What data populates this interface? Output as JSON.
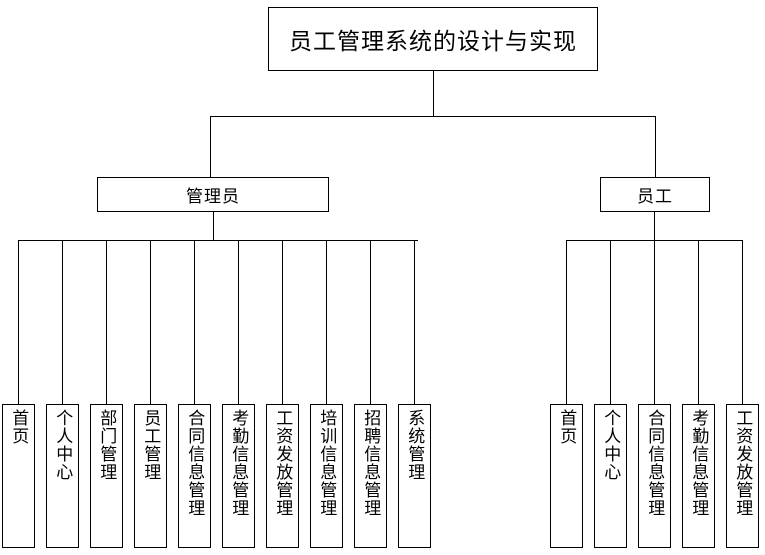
{
  "diagram": {
    "type": "tree-hierarchy-chart",
    "title_node": {
      "label": "员工管理系统的设计与实现"
    },
    "roles": [
      {
        "id": "admin",
        "label": "管理员"
      },
      {
        "id": "employee",
        "label": "员工"
      }
    ],
    "admin_modules": [
      {
        "label": "首页"
      },
      {
        "label": "个人中心"
      },
      {
        "label": "部门管理"
      },
      {
        "label": "员工管理"
      },
      {
        "label": "合同信息管理"
      },
      {
        "label": "考勤信息管理"
      },
      {
        "label": "工资发放管理"
      },
      {
        "label": "培训信息管理"
      },
      {
        "label": "招聘信息管理"
      },
      {
        "label": "系统管理"
      }
    ],
    "employee_modules": [
      {
        "label": "首页"
      },
      {
        "label": "个人中心"
      },
      {
        "label": "合同信息管理"
      },
      {
        "label": "考勤信息管理"
      },
      {
        "label": "工资发放管理"
      }
    ],
    "colors": {
      "line": "#000000",
      "box_fill": "#ffffff",
      "text": "#000000"
    }
  }
}
